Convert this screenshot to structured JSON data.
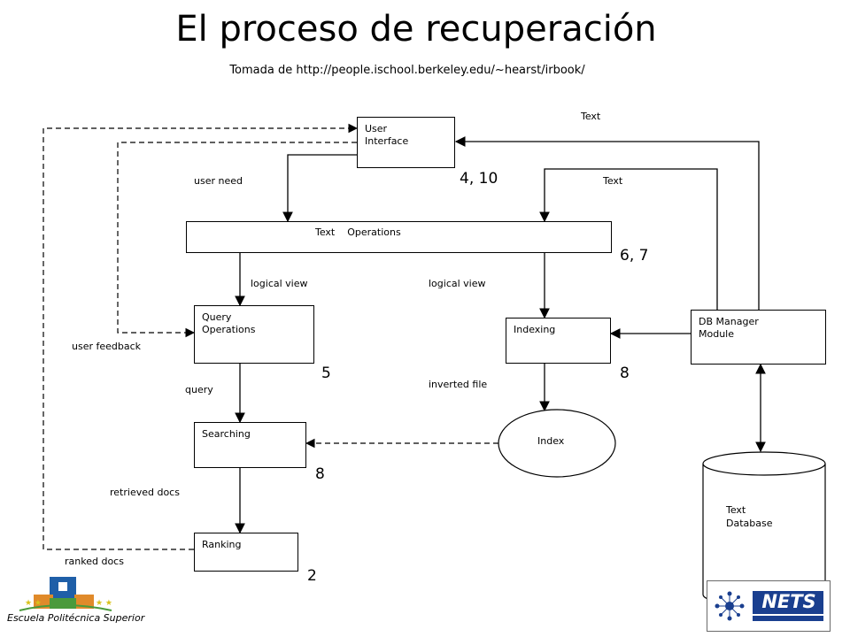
{
  "title": "El proceso de recuperación",
  "subtitle": "Tomada de http://people.ischool.berkeley.edu/~hearst/irbook/",
  "boxes": {
    "user_interface": [
      "User",
      "Interface"
    ],
    "text_operations": "Text    Operations",
    "query_operations": [
      "Query",
      "Operations"
    ],
    "indexing": "Indexing",
    "db_manager": [
      "DB Manager",
      "Module"
    ],
    "searching": "Searching",
    "ranking": "Ranking",
    "index": "Index",
    "text_database": [
      "Text",
      "Database"
    ]
  },
  "labels": {
    "text_top": "Text",
    "text_mid": "Text",
    "user_need": "user need",
    "logical_view_left": "logical view",
    "logical_view_right": "logical view",
    "user_feedback": "user feedback",
    "query": "query",
    "inverted_file": "inverted file",
    "retrieved_docs": "retrieved docs",
    "ranked_docs": "ranked docs"
  },
  "numbers": {
    "ui": "4, 10",
    "text_ops": "6, 7",
    "query_ops": "5",
    "indexing": "8",
    "searching": "8",
    "ranking": "2"
  },
  "logos": {
    "left": "Escuela Politécnica Superior",
    "right": "NETS"
  },
  "colors": {
    "line": "#000000",
    "logo_blue": "#1f5fa8",
    "logo_green": "#4a9a3c",
    "logo_orange": "#e08a2a",
    "nets_blue": "#1a3f8f"
  }
}
